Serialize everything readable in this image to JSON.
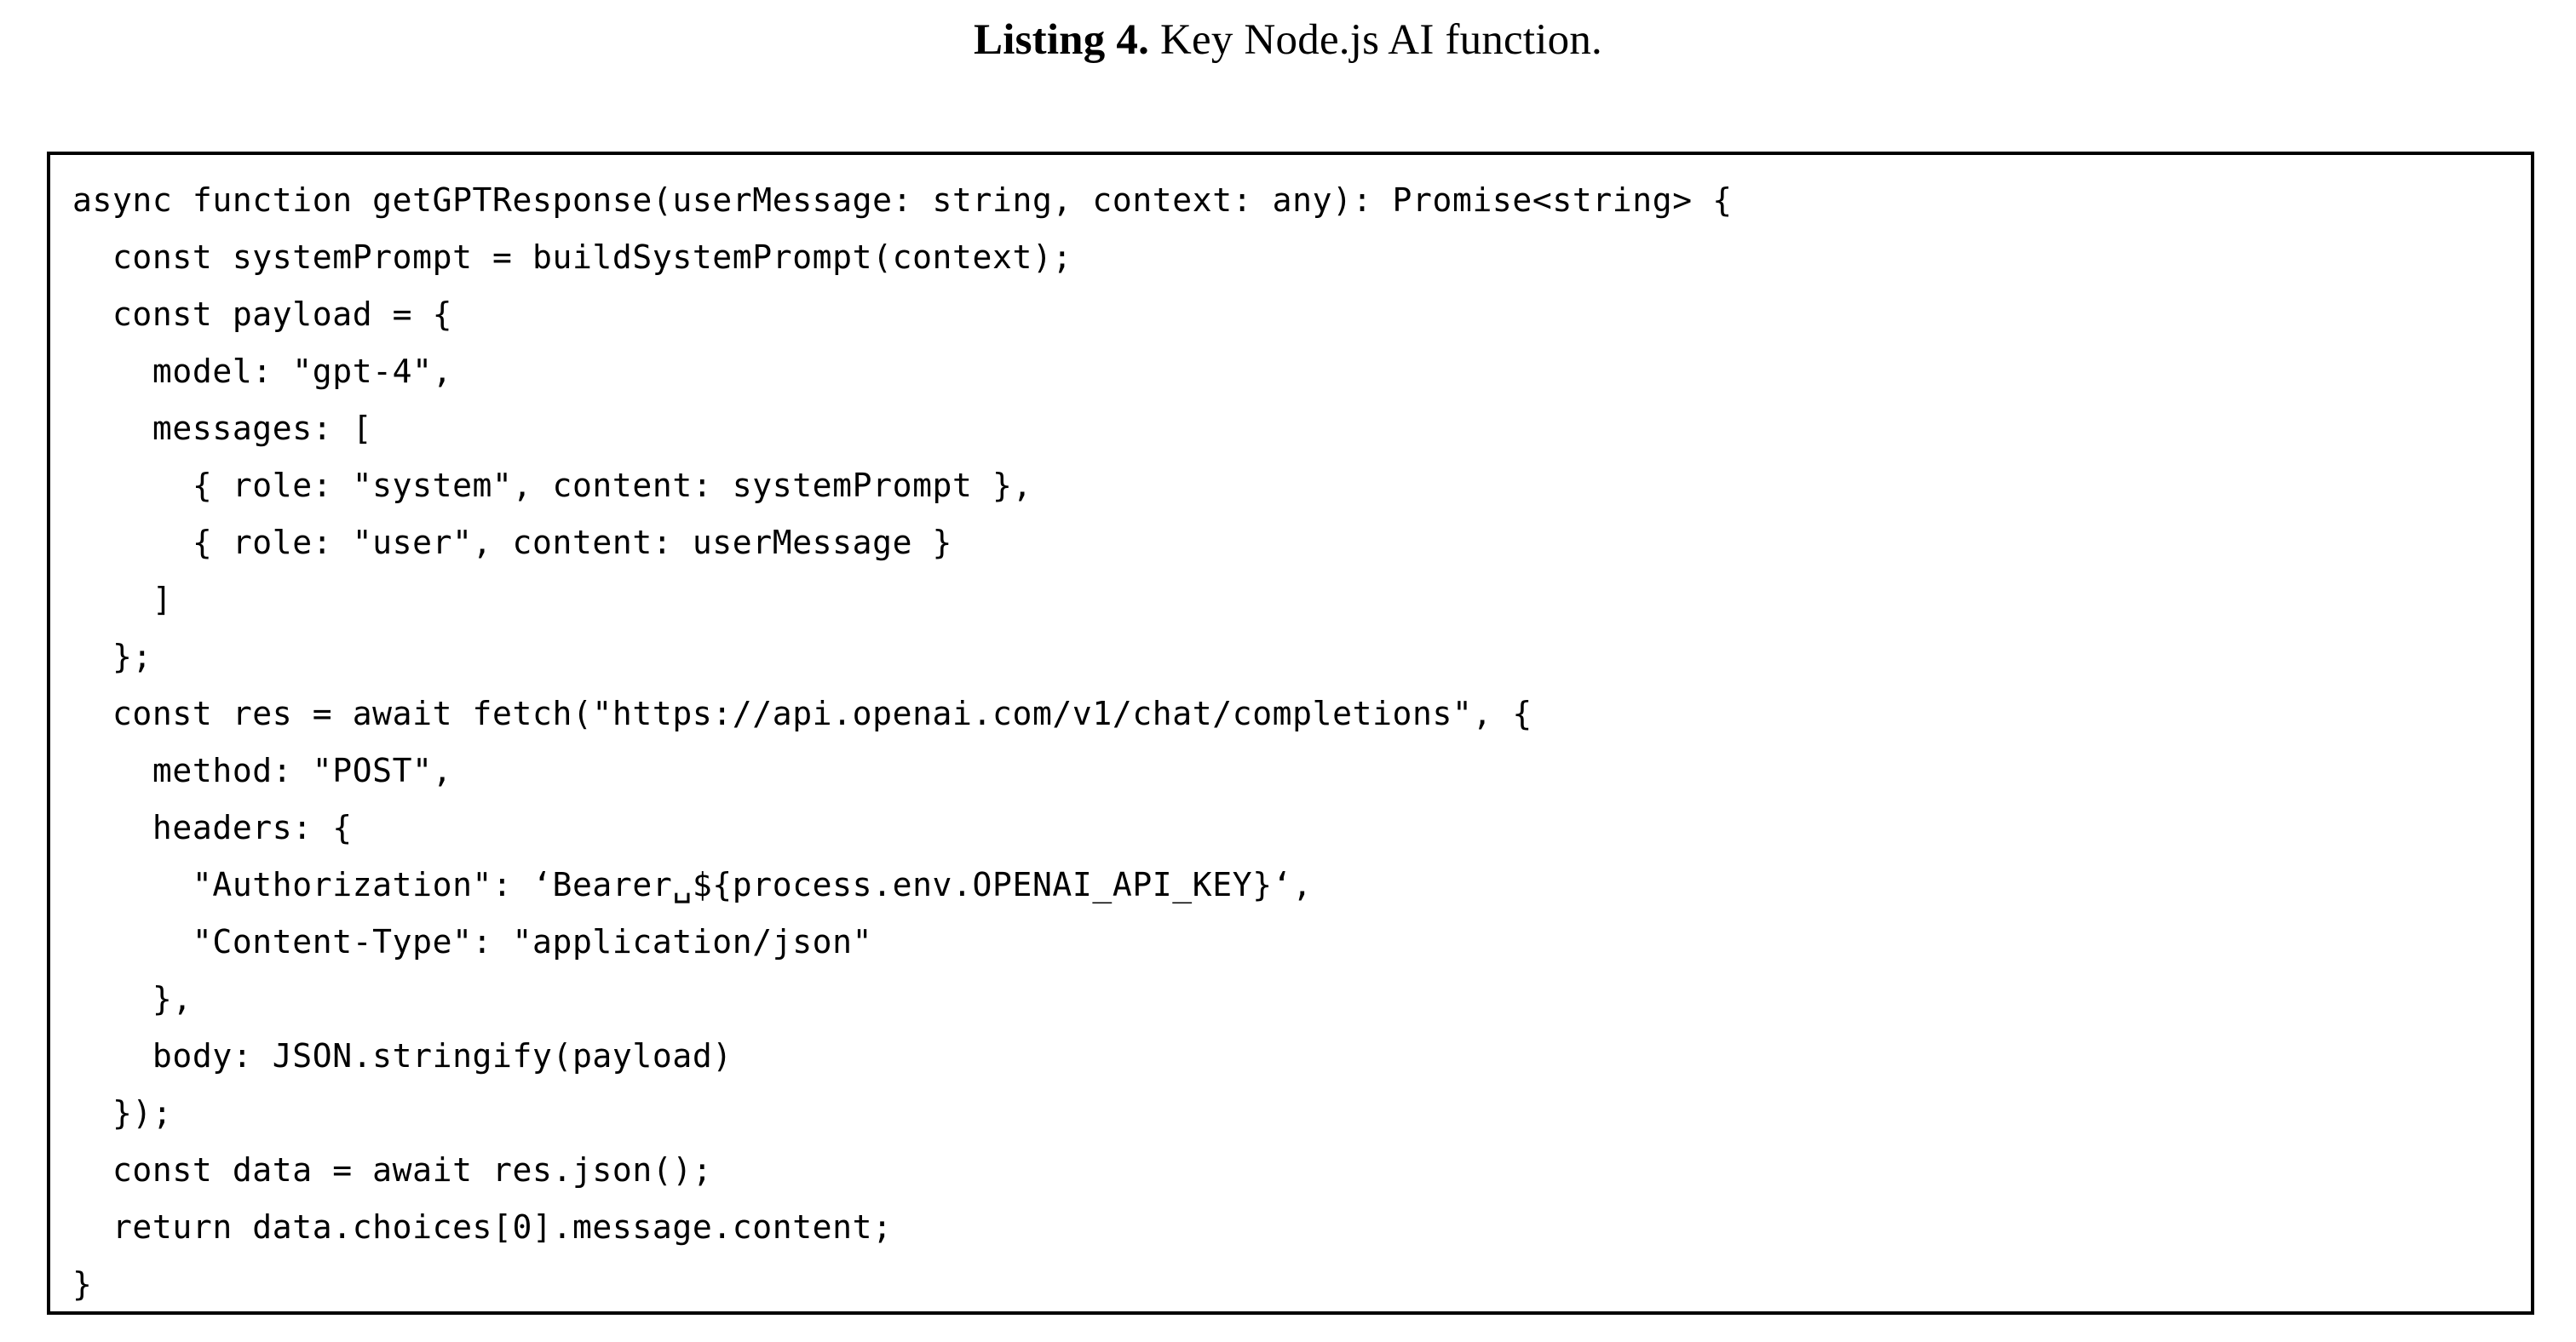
{
  "caption": {
    "label": "Listing 4.",
    "text": " Key Node.js AI function."
  },
  "code": {
    "language": "typescript",
    "lines": [
      "async function getGPTResponse(userMessage: string, context: any): Promise<string> {",
      "  const systemPrompt = buildSystemPrompt(context);",
      "  const payload = {",
      "    model: \"gpt-4\",",
      "    messages: [",
      "      { role: \"system\", content: systemPrompt },",
      "      { role: \"user\", content: userMessage }",
      "    ]",
      "  };",
      "  const res = await fetch(\"https://api.openai.com/v1/chat/completions\", {",
      "    method: \"POST\",",
      "    headers: {",
      "      \"Authorization\": ‘Bearer␣${process.env.OPENAI_API_KEY}‘,",
      "      \"Content-Type\": \"application/json\"",
      "    },",
      "    body: JSON.stringify(payload)",
      "  });",
      "  const data = await res.json();",
      "  return data.choices[0].message.content;",
      "}"
    ]
  },
  "colors": {
    "page_background": "#ffffff",
    "text": "#000000",
    "frame_border": "#000000"
  }
}
